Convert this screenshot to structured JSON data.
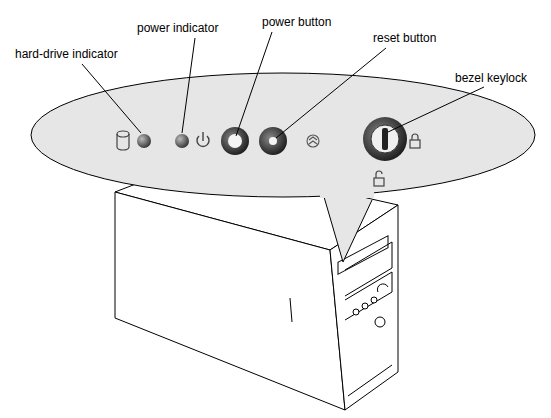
{
  "diagram": {
    "labels": [
      "hard-drive indicator",
      "power indicator",
      "power button",
      "reset button",
      "bezel keylock"
    ]
  }
}
